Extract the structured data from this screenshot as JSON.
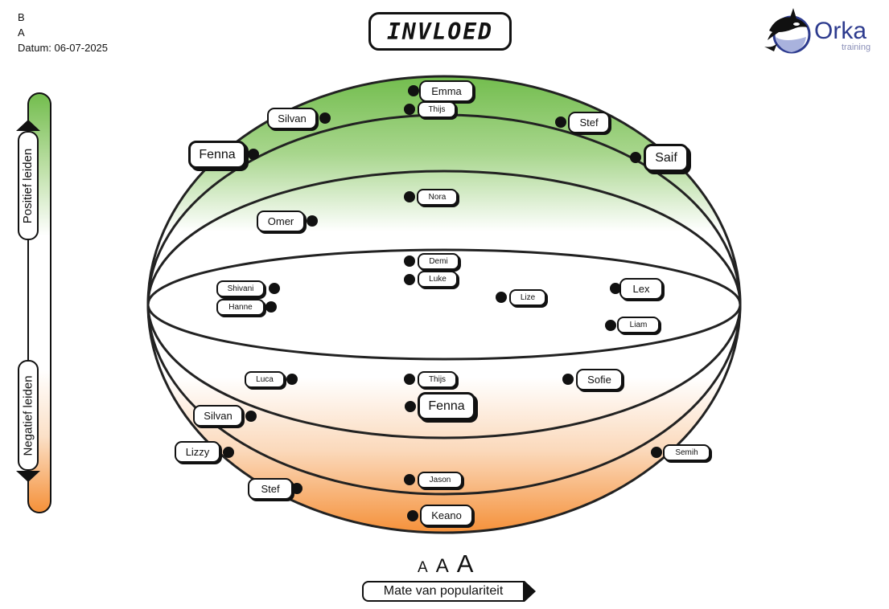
{
  "header": {
    "line1": "B",
    "line2": "A",
    "date": "Datum: 06-07-2025"
  },
  "title": "INVLOED",
  "logo": {
    "brand": "Orka",
    "sub": "training",
    "color": "#2d3b8e"
  },
  "axis": {
    "positive": "Positief leiden",
    "negative": "Negatief leiden",
    "x": "Mate van populariteit"
  },
  "legend": {
    "small": "A",
    "medium": "A",
    "large": "A"
  },
  "colors": {
    "top": "#73bd4e",
    "bottom": "#f5913a"
  },
  "people": [
    {
      "name": "Emma",
      "size": "m"
    },
    {
      "name": "Thijs",
      "size": "s"
    },
    {
      "name": "Silvan",
      "size": "m"
    },
    {
      "name": "Stef",
      "size": "m"
    },
    {
      "name": "Fenna",
      "size": "l"
    },
    {
      "name": "Saif",
      "size": "l"
    },
    {
      "name": "Nora",
      "size": "s"
    },
    {
      "name": "Omer",
      "size": "m"
    },
    {
      "name": "Demi",
      "size": "s"
    },
    {
      "name": "Luke",
      "size": "s"
    },
    {
      "name": "Shivani",
      "size": "s"
    },
    {
      "name": "Hanne",
      "size": "s"
    },
    {
      "name": "Lize",
      "size": "s"
    },
    {
      "name": "Lex",
      "size": "m"
    },
    {
      "name": "Liam",
      "size": "s"
    },
    {
      "name": "Luca",
      "size": "s"
    },
    {
      "name": "Thijs",
      "size": "s"
    },
    {
      "name": "Sofie",
      "size": "m"
    },
    {
      "name": "Fenna",
      "size": "l"
    },
    {
      "name": "Silvan",
      "size": "m"
    },
    {
      "name": "Lizzy",
      "size": "m"
    },
    {
      "name": "Semih",
      "size": "s"
    },
    {
      "name": "Jason",
      "size": "s"
    },
    {
      "name": "Stef",
      "size": "m"
    },
    {
      "name": "Keano",
      "size": "m"
    }
  ]
}
